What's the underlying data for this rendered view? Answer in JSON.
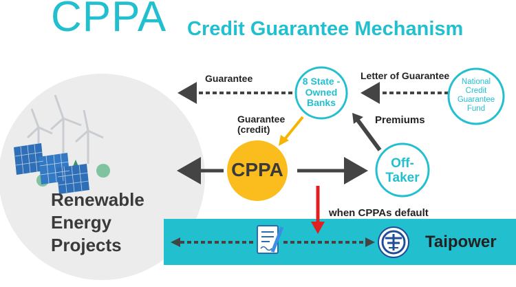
{
  "colors": {
    "teal": "#22bfcf",
    "yellow": "#fbbd1e",
    "grey_circle": "#ececec",
    "arrow_dark": "#444444",
    "arrow_red": "#e02020",
    "taipower_band": "#22bfcf"
  },
  "title": {
    "main": "CPPA",
    "subtitle": "Credit Guarantee Mechanism"
  },
  "nodes": {
    "banks": {
      "text": "8 State -\nOwned\nBanks"
    },
    "national_fund": {
      "text": "National\nCredit\nGuarantee\nFund"
    },
    "cppa": {
      "text": "CPPA"
    },
    "off_taker": {
      "text": "Off-\nTaker"
    },
    "renewable": {
      "text": "Renewable\nEnergy\nProjects"
    },
    "taipower": {
      "text": "Taipower"
    }
  },
  "edge_labels": {
    "guarantee": "Guarantee",
    "letter_of_guarantee": "Letter of Guarantee",
    "guarantee_credit": "Guarantee\n(credit)",
    "premiums": "Premiums",
    "when_default": "when CPPAs default"
  },
  "icons": [
    "wind-turbine-icon",
    "solar-panel-icon",
    "tree-icon",
    "document-pen-icon",
    "taipower-logo-icon"
  ]
}
